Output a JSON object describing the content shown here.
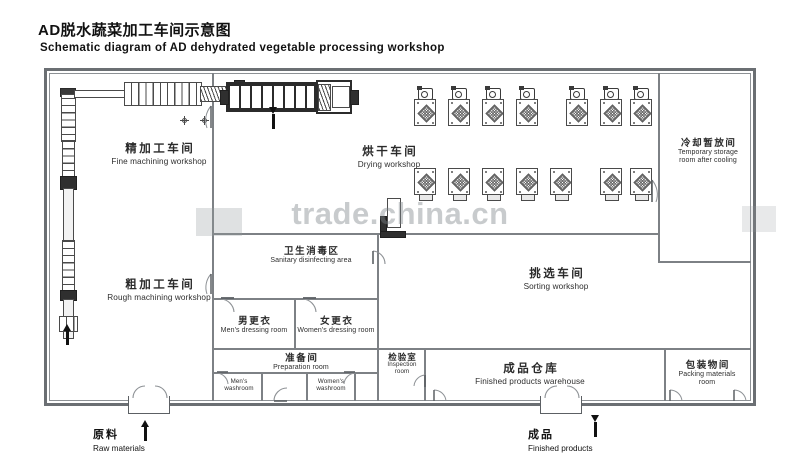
{
  "title": {
    "cn": "AD脱水蔬菜加工车间示意图",
    "en": "Schematic diagram of AD dehydrated vegetable processing workshop"
  },
  "watermark": "trade.china.cn",
  "rooms": [
    {
      "id": "fine-machining",
      "cn": "精加工车间",
      "en": "Fine machining workshop"
    },
    {
      "id": "rough-machining",
      "cn": "粗加工车间",
      "en": "Rough machining workshop"
    },
    {
      "id": "drying",
      "cn": "烘干车间",
      "en": "Drying workshop"
    },
    {
      "id": "temporary-storage",
      "cn": "冷却暂放间",
      "en": "Temporary storage room after cooling"
    },
    {
      "id": "sanitary",
      "cn": "卫生消毒区",
      "en": "Sanitary disinfecting area"
    },
    {
      "id": "mens-dressing",
      "cn": "男更衣",
      "en": "Men's dressing room"
    },
    {
      "id": "womens-dressing",
      "cn": "女更衣",
      "en": "Women's dressing room"
    },
    {
      "id": "preparation",
      "cn": "准备间",
      "en": "Preparation room"
    },
    {
      "id": "mens-washroom",
      "cn": "",
      "en": "Men's washroom"
    },
    {
      "id": "womens-washroom",
      "cn": "",
      "en": "Women's washroom"
    },
    {
      "id": "inspection",
      "cn": "检验室",
      "en": "Inspection room"
    },
    {
      "id": "sorting",
      "cn": "挑选车间",
      "en": "Sorting workshop"
    },
    {
      "id": "finished-warehouse",
      "cn": "成品仓库",
      "en": "Finished products warehouse"
    },
    {
      "id": "packing-materials",
      "cn": "包装物间",
      "en": "Packing materials room"
    }
  ],
  "flows": [
    {
      "id": "raw-materials",
      "cn": "原料",
      "en": "Raw materials",
      "direction": "up"
    },
    {
      "id": "finished-products",
      "cn": "成品",
      "en": "Finished products",
      "direction": "down"
    }
  ],
  "colors": {
    "wall": "#7d8185",
    "wall_outer": "#6b6f73",
    "equipment": "#4a4a4a",
    "equipment_dark": "#2b2b2b",
    "text": "#1a1a1a",
    "watermark": "rgba(125,130,136,.42)"
  }
}
